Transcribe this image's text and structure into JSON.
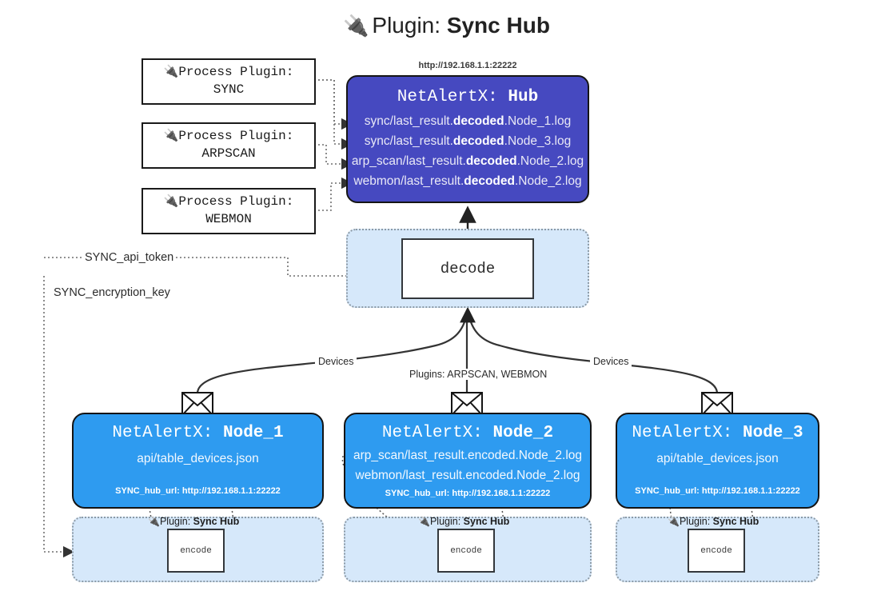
{
  "title": {
    "icon": "plug-icon",
    "prefix": "Plugin:",
    "name": "Sync Hub"
  },
  "process_plugins": [
    {
      "icon": "plug-icon",
      "line1": "Process Plugin:",
      "line2": "SYNC"
    },
    {
      "icon": "plug-icon",
      "line1": "Process Plugin:",
      "line2": "ARPSCAN"
    },
    {
      "icon": "plug-icon",
      "line1": "Process Plugin:",
      "line2": "WEBMON"
    }
  ],
  "hub": {
    "url": "http://192.168.1.1:22222",
    "title_prefix": "NetAlertX:",
    "title_name": "Hub",
    "logs": [
      {
        "pre": "sync/last_result.",
        "mid": "decoded",
        "post": ".Node_1.log"
      },
      {
        "pre": "sync/last_result.",
        "mid": "decoded",
        "post": ".Node_3.log"
      },
      {
        "pre": "arp_scan/last_result.",
        "mid": "decoded",
        "post": ".Node_2.log"
      },
      {
        "pre": "webmon/last_result.",
        "mid": "decoded",
        "post": ".Node_2.log"
      }
    ]
  },
  "decode": {
    "label": "decode"
  },
  "keys": {
    "api_token": "SYNC_api_token",
    "encryption_key": "SYNC_encryption_key"
  },
  "edge_labels": {
    "left_devices": "Devices",
    "right_devices": "Devices",
    "center_plugins": "Plugins: ARPSCAN, WEBMON"
  },
  "nodes": [
    {
      "title_prefix": "NetAlertX:",
      "title_name": "Node_1",
      "lines": [
        "api/table_devices.json"
      ],
      "hub_url_label": "SYNC_hub_url: http://192.168.1.1:22222",
      "envelope": "envelope-icon"
    },
    {
      "title_prefix": "NetAlertX:",
      "title_name": "Node_2",
      "lines": [
        "arp_scan/last_result.encoded.Node_2.log",
        "webmon/last_result.encoded.Node_2.log"
      ],
      "hub_url_label": "SYNC_hub_url: http://192.168.1.1:22222",
      "envelope": "envelope-icon"
    },
    {
      "title_prefix": "NetAlertX:",
      "title_name": "Node_3",
      "lines": [
        "api/table_devices.json"
      ],
      "hub_url_label": "SYNC_hub_url: http://192.168.1.1:22222",
      "envelope": "envelope-icon"
    }
  ],
  "encoders": [
    {
      "icon": "plug-icon",
      "prefix": "Plugin:",
      "name": "Sync Hub",
      "box_label": "encode"
    },
    {
      "icon": "plug-icon",
      "prefix": "Plugin:",
      "name": "Sync Hub",
      "box_label": "encode"
    },
    {
      "icon": "plug-icon",
      "prefix": "Plugin:",
      "name": "Sync Hub",
      "box_label": "encode"
    }
  ],
  "colors": {
    "hub_fill": "#4649c0",
    "node_fill": "#2e9bf0",
    "container_fill": "#d6e8fa",
    "stroke": "#141414",
    "dotted_stroke": "#8c9aa6"
  }
}
